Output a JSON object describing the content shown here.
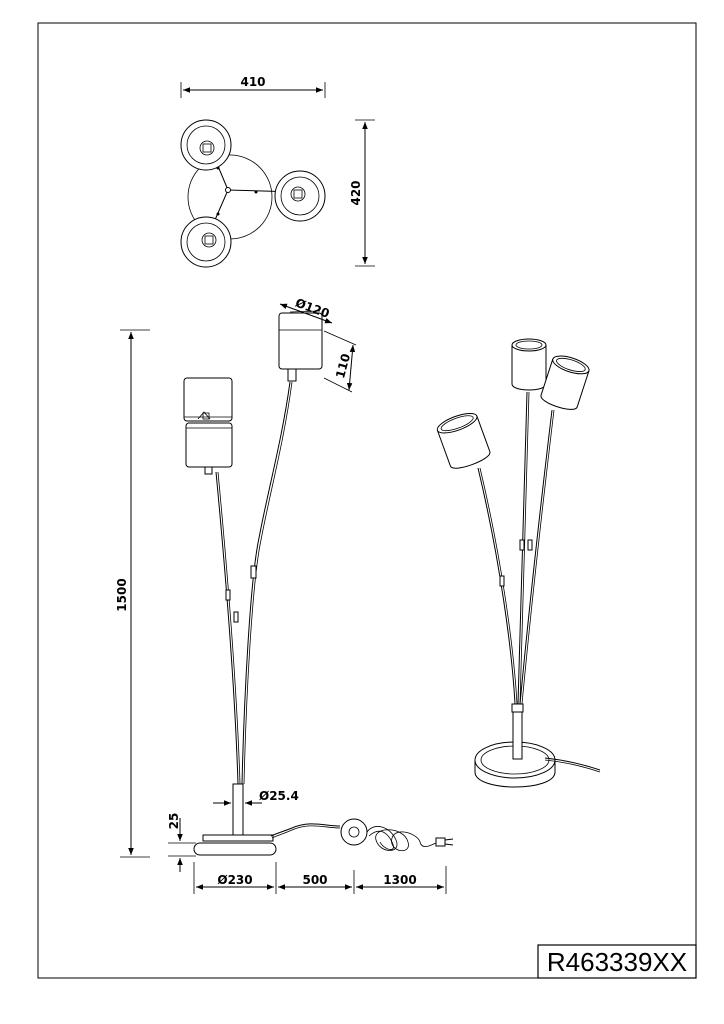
{
  "dimensions": {
    "top_width": "410",
    "top_depth": "420",
    "shade_diameter": "Ø120",
    "shade_height": "110",
    "total_height": "1500",
    "pole_diameter": "Ø25.4",
    "base_height": "25",
    "base_diameter": "Ø230",
    "cable_to_switch": "500",
    "cable_after_switch": "1300"
  },
  "product_code": "R463339XX"
}
